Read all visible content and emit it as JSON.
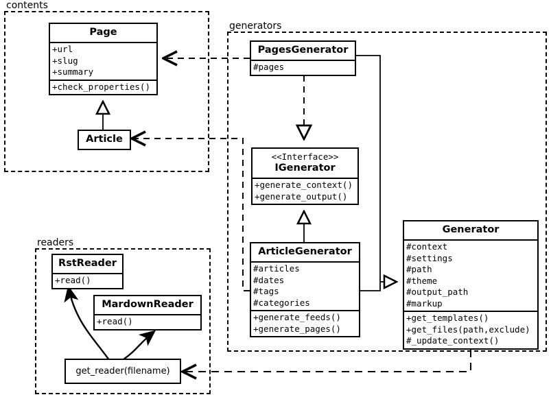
{
  "diagram": {
    "title": "Pelican architecture UML class diagram",
    "stroke_color": "#000000",
    "background": "#ffffff"
  },
  "packages": [
    {
      "id": "contents",
      "label": "contents"
    },
    {
      "id": "generators",
      "label": "generators"
    },
    {
      "id": "readers",
      "label": "readers"
    }
  ],
  "classes": {
    "page": {
      "name": "Page",
      "attributes": [
        "+url",
        "+slug",
        "+summary"
      ],
      "methods": [
        "+check_properties()"
      ]
    },
    "article": {
      "name": "Article",
      "attributes": [],
      "methods": []
    },
    "pages_generator": {
      "name": "PagesGenerator",
      "attributes": [
        "#pages"
      ],
      "methods": []
    },
    "igenerator": {
      "stereotype": "<<Interface>>",
      "name": "IGenerator",
      "attributes": [],
      "methods": [
        "+generate_context()",
        "+generate_output()"
      ]
    },
    "article_generator": {
      "name": "ArticleGenerator",
      "attributes": [
        "#articles",
        "#dates",
        "#tags",
        "#categories"
      ],
      "methods": [
        "+generate_feeds()",
        "+generate_pages()"
      ]
    },
    "generator": {
      "name": "Generator",
      "attributes": [
        "#context",
        "#settings",
        "#path",
        "#theme",
        "#output_path",
        "#markup"
      ],
      "methods": [
        "+get_templates()",
        "+get_files(path,exclude)",
        "#_update_context()"
      ]
    },
    "rst_reader": {
      "name": "RstReader",
      "attributes": [],
      "methods": [
        "+read()"
      ]
    },
    "mardown_reader": {
      "name": "MardownReader",
      "attributes": [],
      "methods": [
        "+read()"
      ]
    },
    "get_reader": {
      "name": "get_reader(filename)"
    }
  },
  "relations": [
    {
      "id": "article-inherits-page",
      "type": "generalization",
      "from": "Article",
      "to": "Page"
    },
    {
      "id": "pagesgenerator-realizes-igenerator",
      "type": "realization",
      "from": "PagesGenerator",
      "to": "IGenerator"
    },
    {
      "id": "articlegenerator-inherits-igenerator",
      "type": "generalization",
      "from": "ArticleGenerator",
      "to": "IGenerator"
    },
    {
      "id": "pagesgenerator-inherits-generator",
      "type": "generalization",
      "from": "PagesGenerator",
      "to": "Generator"
    },
    {
      "id": "articlegenerator-inherits-generator",
      "type": "generalization",
      "from": "ArticleGenerator",
      "to": "Generator"
    },
    {
      "id": "pagesgenerator-uses-page",
      "type": "dependency",
      "from": "PagesGenerator",
      "to": "Page"
    },
    {
      "id": "articlegenerator-uses-article",
      "type": "dependency",
      "from": "ArticleGenerator",
      "to": "Article"
    },
    {
      "id": "generator-uses-get-reader",
      "type": "dependency",
      "from": "Generator",
      "to": "get_reader(filename)"
    },
    {
      "id": "get-reader-creates-rstreader",
      "type": "association",
      "from": "get_reader(filename)",
      "to": "RstReader"
    },
    {
      "id": "get-reader-creates-mardownreader",
      "type": "association",
      "from": "get_reader(filename)",
      "to": "MardownReader"
    }
  ]
}
